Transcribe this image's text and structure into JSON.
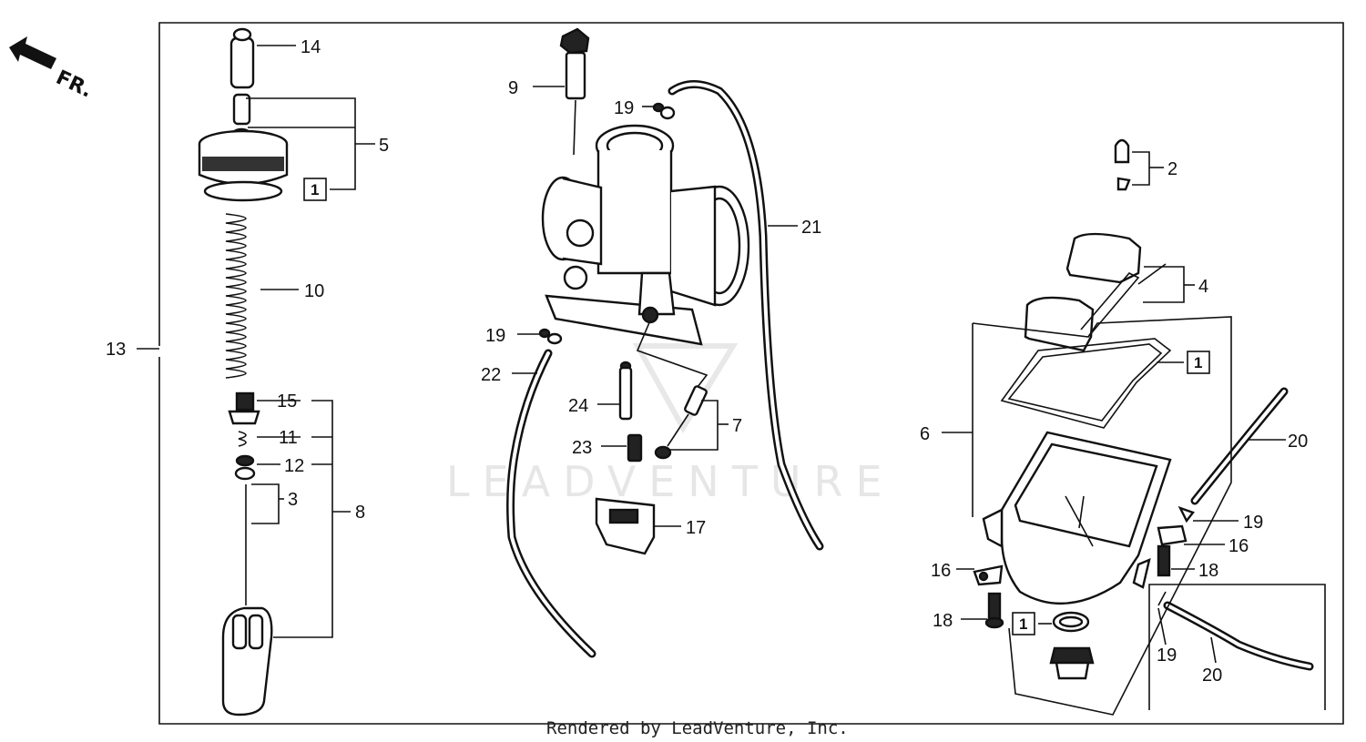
{
  "diagram": {
    "direction_label": "FR.",
    "watermark": "LEADVENTURE",
    "footer": "Rendered by LeadVenture, Inc.",
    "callouts": {
      "p14": "14",
      "p5": "5",
      "p1a": "1",
      "p10": "10",
      "p13": "13",
      "p15": "15",
      "p11": "11",
      "p12": "12",
      "p3": "3",
      "p8": "8",
      "p9": "9",
      "p19a": "19",
      "p21": "21",
      "p19b": "19",
      "p22": "22",
      "p24": "24",
      "p23": "23",
      "p7": "7",
      "p17": "17",
      "p2": "2",
      "p4": "4",
      "p1b": "1",
      "p6": "6",
      "p20a": "20",
      "p19c": "19",
      "p16a": "16",
      "p18a": "18",
      "p16b": "16",
      "p18b": "18",
      "p1c": "1",
      "p19d": "19",
      "p20b": "20"
    }
  }
}
